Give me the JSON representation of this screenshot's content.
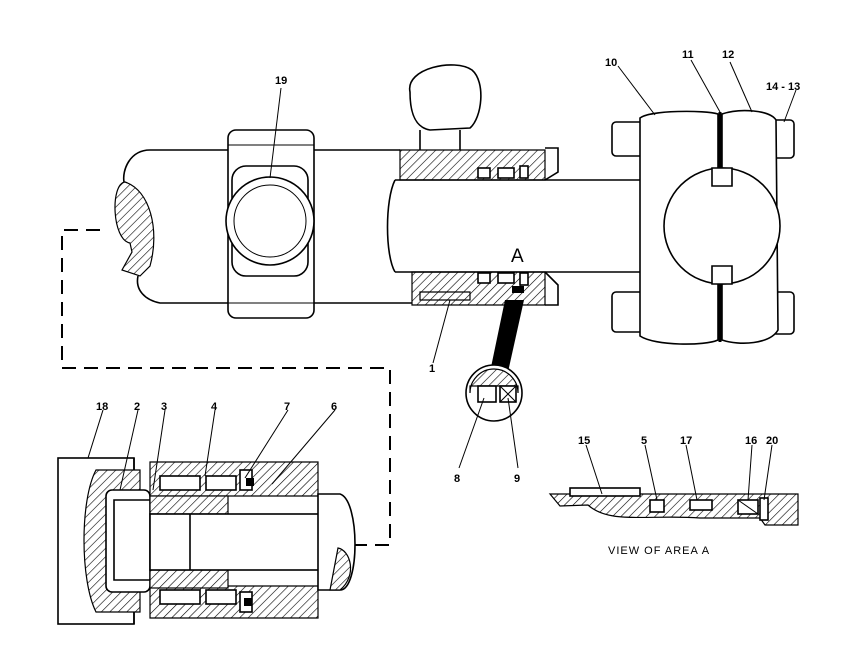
{
  "diagram": {
    "callouts": {
      "c19": "19",
      "c10": "10",
      "c11": "11",
      "c12": "12",
      "c14_13": "14 - 13",
      "c1": "1",
      "cA": "A",
      "c8": "8",
      "c9": "9",
      "c18": "18",
      "c2": "2",
      "c3": "3",
      "c4": "4",
      "c7": "7",
      "c6": "6",
      "c15": "15",
      "c5": "5",
      "c17": "17",
      "c16": "16",
      "c20": "20"
    },
    "caption": "VIEW OF AREA A",
    "line_color": "#000000",
    "background_color": "#ffffff"
  }
}
